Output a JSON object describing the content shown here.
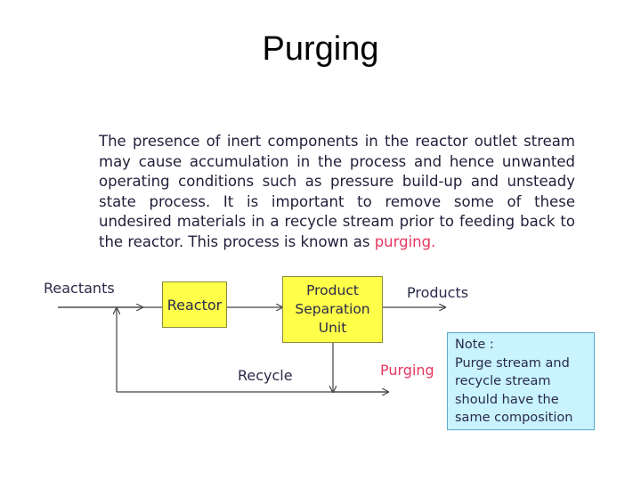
{
  "title": "Purging",
  "description": {
    "text": "The presence of inert components in the reactor outlet stream may cause accumulation in the process and hence unwanted operating conditions such as pressure build-up and unsteady state process. It is important to remove  some of these undesired materials in a recycle stream prior to feeding back to the reactor. This process is known as",
    "highlight": "purging."
  },
  "diagram": {
    "reactants_label": "Reactants",
    "reactor_label": "Reactor",
    "separation_line1": "Product",
    "separation_line2": "Separation",
    "separation_line3": "Unit",
    "products_label": "Products",
    "recycle_label": "Recycle",
    "purging_label": "Purging"
  },
  "note": {
    "heading": "Note :",
    "line1": "Purge stream and",
    "line2": "recycle stream",
    "line3": "should have the",
    "line4": "same composition"
  },
  "colors": {
    "box_fill": "#ffff4a",
    "note_fill": "#c8f3ff",
    "highlight": "#e8355e"
  }
}
